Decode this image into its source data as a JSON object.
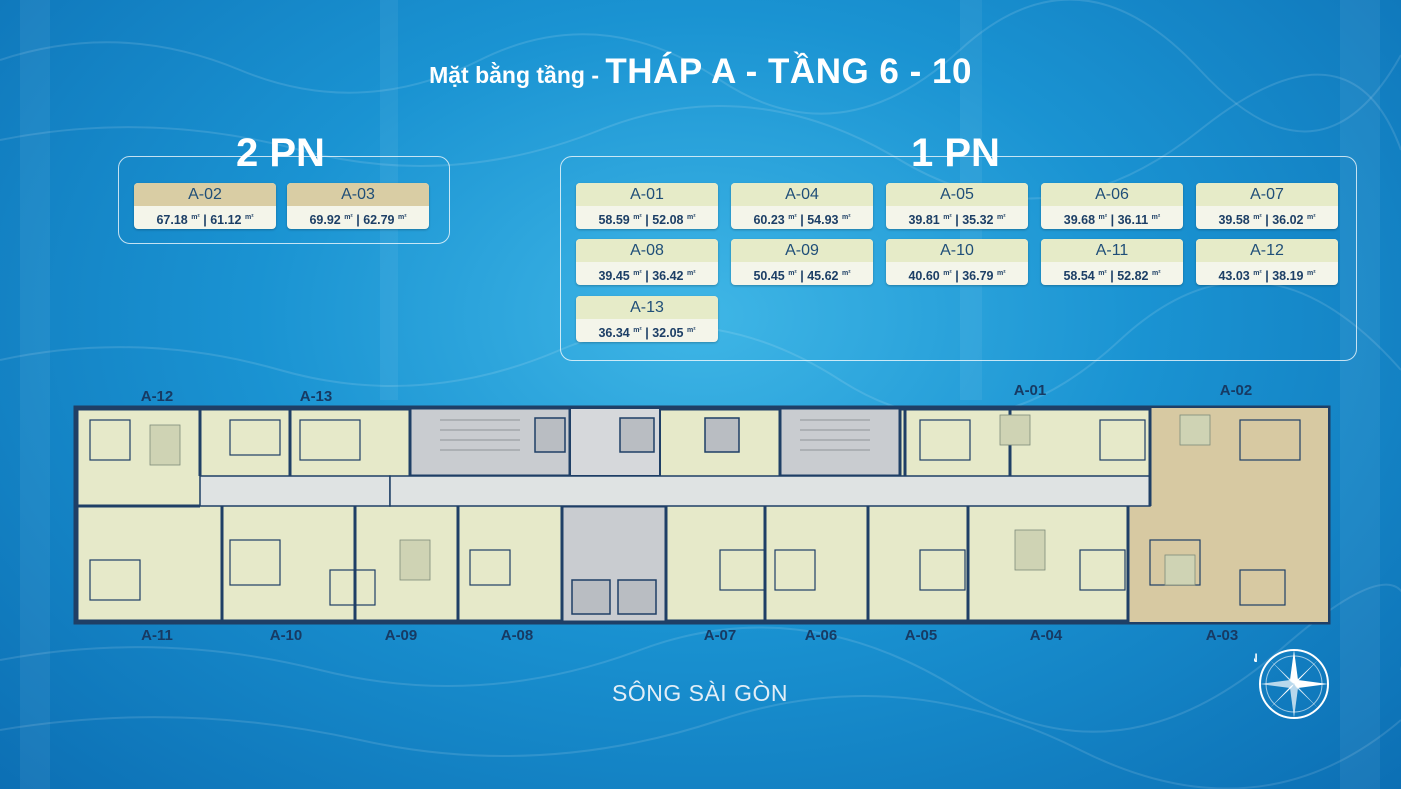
{
  "title": {
    "prefix": "Mặt bằng tầng - ",
    "main": "THÁP A - TẦNG 6 - 10"
  },
  "groups": {
    "two_pn": {
      "label": "2 PN"
    },
    "one_pn": {
      "label": "1 PN"
    }
  },
  "area_unit": "m²",
  "cards_2pn": [
    {
      "code": "A-02",
      "a1": "67.18",
      "a2": "61.12"
    },
    {
      "code": "A-03",
      "a1": "69.92",
      "a2": "62.79"
    }
  ],
  "cards_1pn": [
    {
      "code": "A-01",
      "a1": "58.59",
      "a2": "52.08"
    },
    {
      "code": "A-04",
      "a1": "60.23",
      "a2": "54.93"
    },
    {
      "code": "A-05",
      "a1": "39.81",
      "a2": "35.32"
    },
    {
      "code": "A-06",
      "a1": "39.68",
      "a2": "36.11"
    },
    {
      "code": "A-07",
      "a1": "39.58",
      "a2": "36.02"
    },
    {
      "code": "A-08",
      "a1": "39.45",
      "a2": "36.42"
    },
    {
      "code": "A-09",
      "a1": "50.45",
      "a2": "45.62"
    },
    {
      "code": "A-10",
      "a1": "40.60",
      "a2": "36.79"
    },
    {
      "code": "A-11",
      "a1": "58.54",
      "a2": "52.82"
    },
    {
      "code": "A-12",
      "a1": "43.03",
      "a2": "38.19"
    },
    {
      "code": "A-13",
      "a1": "36.34",
      "a2": "32.05"
    }
  ],
  "plan_labels_top": [
    "A-12",
    "A-13",
    "A-01",
    "A-02"
  ],
  "plan_labels_bottom": [
    "A-11",
    "A-10",
    "A-09",
    "A-08",
    "A-07",
    "A-06",
    "A-05",
    "A-04",
    "A-03"
  ],
  "river": "SÔNG SÀI GÒN",
  "compass": {
    "letter": "N"
  },
  "colors": {
    "unit_fill": "#e6e9c9",
    "unit_fill_2pn": "#d7c9a2",
    "wall": "#1f3f66",
    "core": "#c9ccd0",
    "corridor": "#dfe3e3",
    "label": "#173a63"
  }
}
